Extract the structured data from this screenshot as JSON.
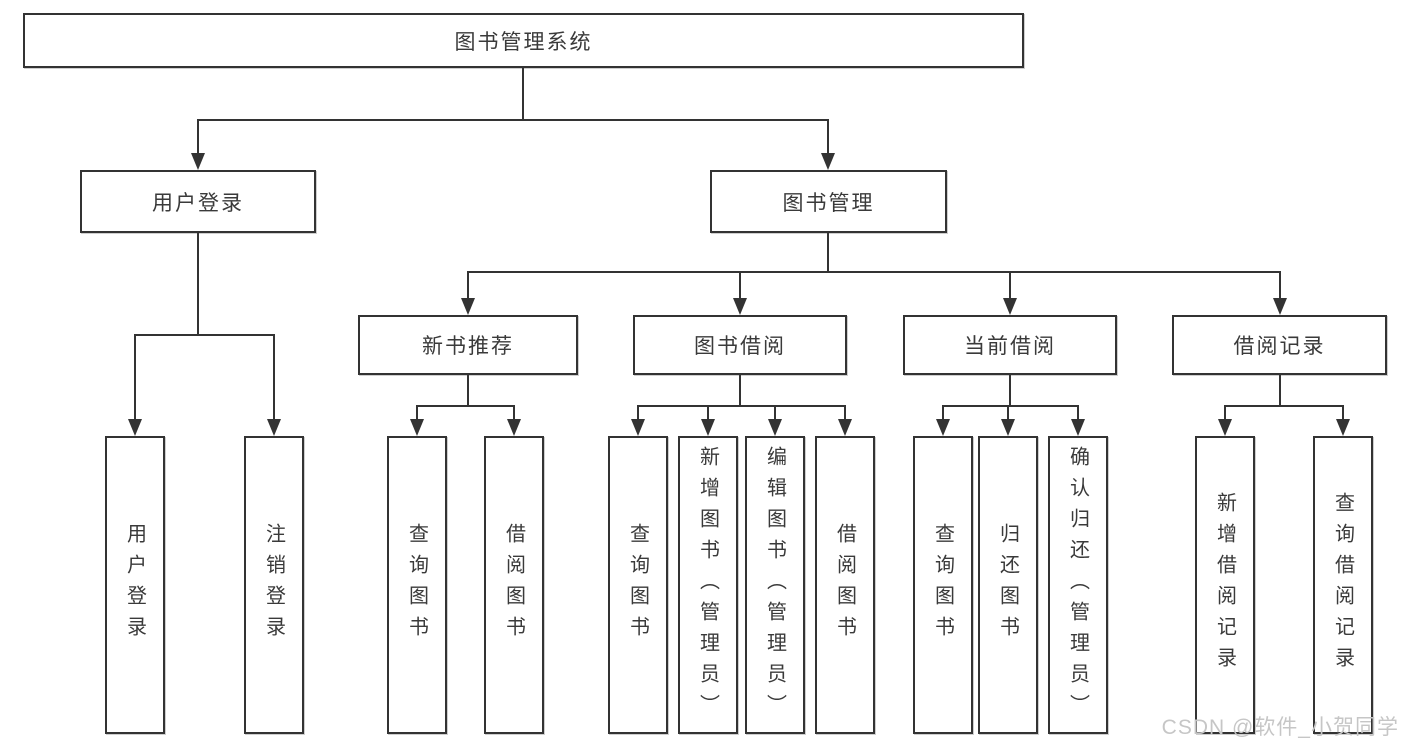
{
  "diagram": {
    "root": {
      "label": "图书管理系统",
      "children": [
        {
          "label": "用户登录",
          "children": [
            {
              "label": "用户登录"
            },
            {
              "label": "注销登录"
            }
          ]
        },
        {
          "label": "图书管理",
          "children": [
            {
              "label": "新书推荐",
              "children": [
                {
                  "label": "查询图书"
                },
                {
                  "label": "借阅图书"
                }
              ]
            },
            {
              "label": "图书借阅",
              "children": [
                {
                  "label": "查询图书"
                },
                {
                  "label": "新增图书（管理员）"
                },
                {
                  "label": "编辑图书（管理员）"
                },
                {
                  "label": "借阅图书"
                }
              ]
            },
            {
              "label": "当前借阅",
              "children": [
                {
                  "label": "查询图书"
                },
                {
                  "label": "归还图书"
                },
                {
                  "label": "确认归还（管理员）"
                }
              ]
            },
            {
              "label": "借阅记录",
              "children": [
                {
                  "label": "新增借阅记录"
                },
                {
                  "label": "查询借阅记录"
                }
              ]
            }
          ]
        }
      ]
    }
  },
  "watermark": {
    "text": "CSDN @软件_小贺同学"
  },
  "colors": {
    "line": "#333333",
    "text": "#3a3a3a",
    "watermark": "#c6c6c6",
    "background": "#ffffff"
  }
}
